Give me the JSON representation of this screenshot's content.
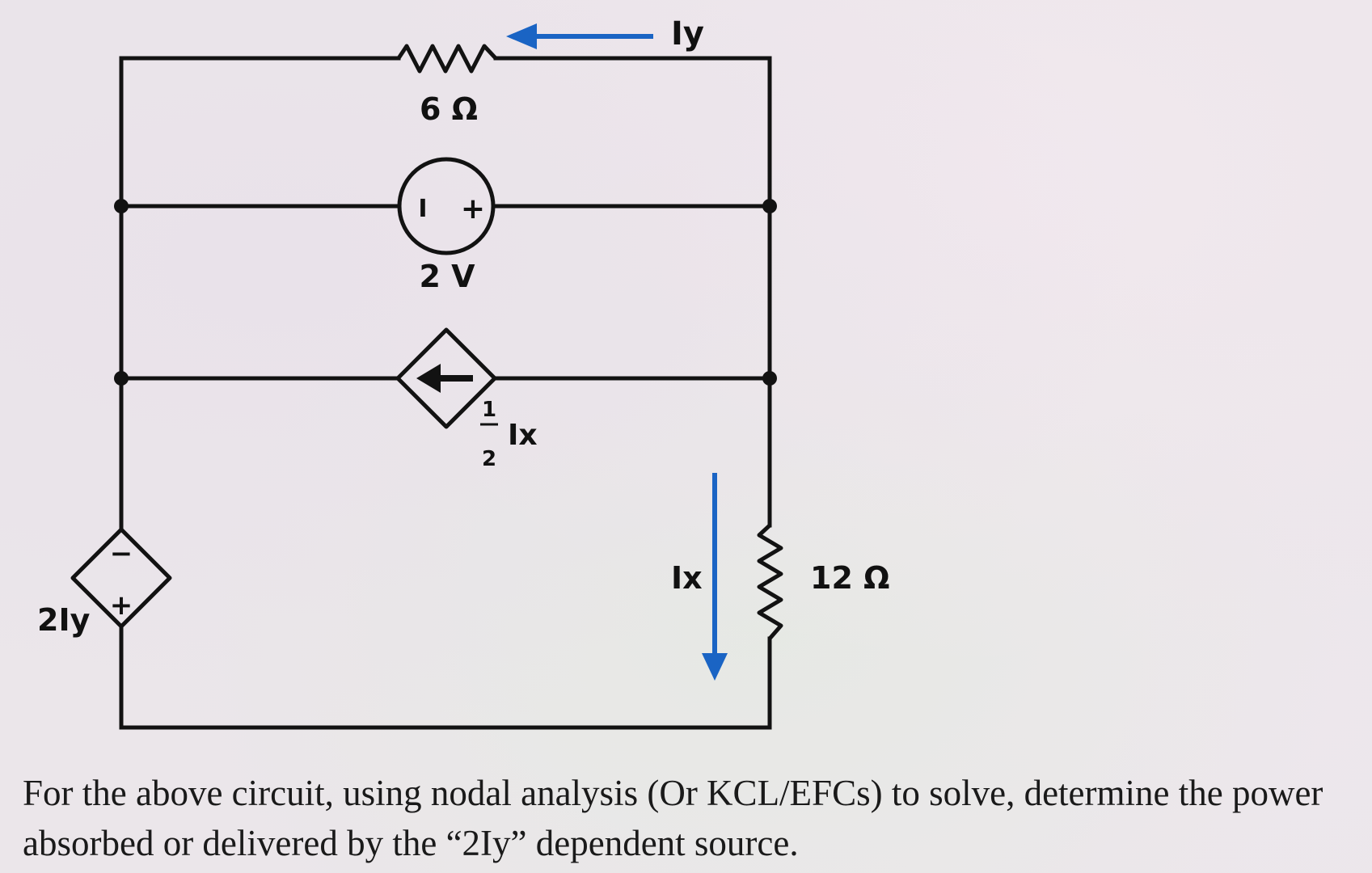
{
  "circuit": {
    "top_resistor": "6 Ω",
    "top_current": "Iy",
    "voltage_source": "2 V",
    "voltage_source_minus": "I",
    "voltage_source_plus": "+",
    "dep_current_coef_num": "1",
    "dep_current_coef_den": "2",
    "dep_current_var": "Ix",
    "dep_voltage": "2Iy",
    "dep_voltage_minus": "−",
    "dep_voltage_plus": "+",
    "right_resistor": "12 Ω",
    "right_current": "Ix"
  },
  "problem_text": "For the above circuit, using nodal analysis (Or KCL/EFCs) to solve, determine the power absorbed or delivered by the “2Iy” dependent source.",
  "colors": {
    "wire": "#121212",
    "arrow": "#1a64c4"
  }
}
